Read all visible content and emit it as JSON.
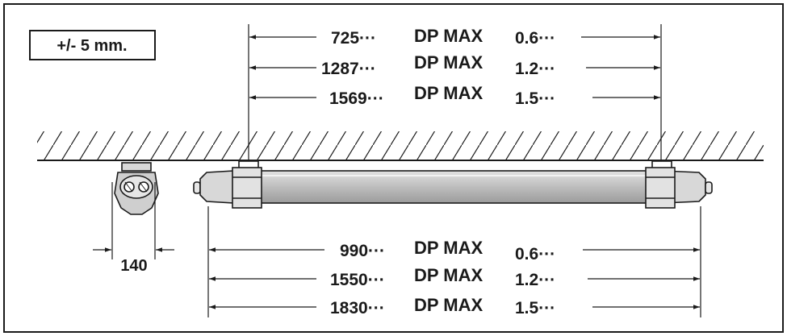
{
  "tolerance": "+/- 5 mm.",
  "mount_width": "140",
  "top_dims": [
    {
      "length": "725···",
      "label": "DP MAX",
      "value": "0.6···"
    },
    {
      "length": "1287···",
      "label": "DP MAX",
      "value": "1.2···"
    },
    {
      "length": "1569···",
      "label": "DP MAX",
      "value": "1.5···"
    }
  ],
  "bottom_dims": [
    {
      "length": "990···",
      "label": "DP MAX",
      "value": "0.6···"
    },
    {
      "length": "1550···",
      "label": "DP MAX",
      "value": "1.2···"
    },
    {
      "length": "1830···",
      "label": "DP MAX",
      "value": "1.5···"
    }
  ],
  "colors": {
    "line": "#1a1a1a",
    "tube": "#c9c9c9",
    "tube_shade": "#a9a9a9",
    "cap": "#d8d8d8"
  }
}
